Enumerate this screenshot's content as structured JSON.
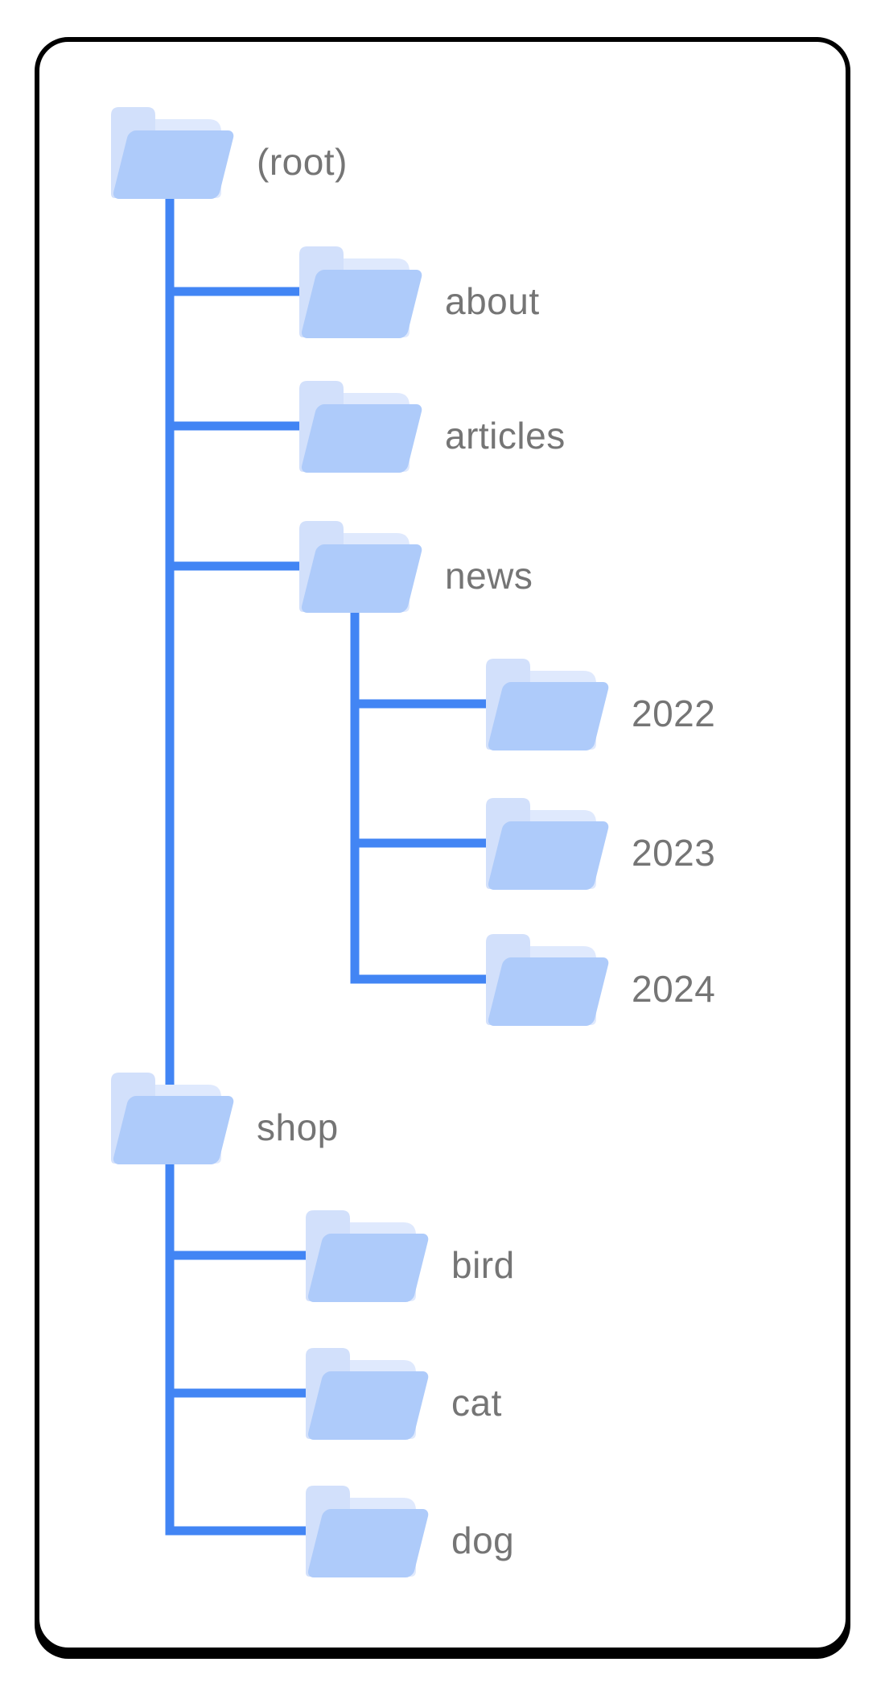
{
  "diagram": {
    "title": "site folder structure tree",
    "type": "tree"
  },
  "tree": {
    "nodes": [
      {
        "id": "root",
        "label": "(root)",
        "parent": null,
        "depth": 0
      },
      {
        "id": "about",
        "label": "about",
        "parent": "root",
        "depth": 1
      },
      {
        "id": "articles",
        "label": "articles",
        "parent": "root",
        "depth": 1
      },
      {
        "id": "news",
        "label": "news",
        "parent": "root",
        "depth": 1
      },
      {
        "id": "2022",
        "label": "2022",
        "parent": "news",
        "depth": 2
      },
      {
        "id": "2023",
        "label": "2023",
        "parent": "news",
        "depth": 2
      },
      {
        "id": "2024",
        "label": "2024",
        "parent": "news",
        "depth": 2
      },
      {
        "id": "shop",
        "label": "shop",
        "parent": "root",
        "depth": 0
      },
      {
        "id": "bird",
        "label": "bird",
        "parent": "shop",
        "depth": 1
      },
      {
        "id": "cat",
        "label": "cat",
        "parent": "shop",
        "depth": 1
      },
      {
        "id": "dog",
        "label": "dog",
        "parent": "shop",
        "depth": 1
      }
    ]
  },
  "colors": {
    "connector": "#4285F4",
    "folder_tab": "#D2E0FB",
    "folder_back": "#DFE9FD",
    "folder_front": "#AECBFA",
    "label_text": "#757575",
    "card_border": "#000000",
    "card_background": "#FFFFFF"
  },
  "icons": {
    "node_icon": "folder-icon"
  }
}
